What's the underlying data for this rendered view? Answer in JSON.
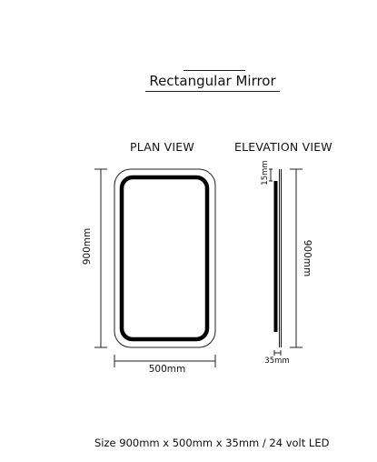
{
  "title": "Rectangular Mirror",
  "plan_view": {
    "label": "PLAN VIEW",
    "height_dim": "900mm",
    "width_dim": "500mm"
  },
  "elevation_view": {
    "label": "ELEVATION VIEW",
    "top_dim": "15mm",
    "height_dim": "900mm",
    "depth_dim": "35mm"
  },
  "caption": "Size 900mm x 500mm x 35mm / 24 volt LED"
}
